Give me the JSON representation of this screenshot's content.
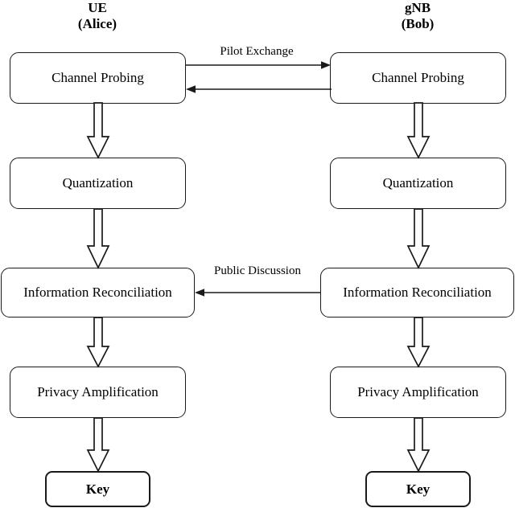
{
  "diagram": {
    "title_columns": [
      {
        "name": "ue-alice",
        "line1": "UE",
        "line2": "(Alice)"
      },
      {
        "name": "gnb-bob",
        "line1": "gNB",
        "line2": "(Bob)"
      }
    ],
    "left_column": {
      "channel_probing": "Channel Probing",
      "quantization": "Quantization",
      "information_reconciliation": "Information Reconciliation",
      "privacy_amplification": "Privacy Amplification",
      "key": "Key"
    },
    "right_column": {
      "channel_probing": "Channel Probing",
      "quantization": "Quantization",
      "information_reconciliation": "Information Reconciliation",
      "privacy_amplification": "Privacy Amplification",
      "key": "Key"
    },
    "edge_labels": {
      "pilot_exchange": "Pilot Exchange",
      "public_discussion": "Public Discussion"
    },
    "colors": {
      "stroke": "#1a1a1a",
      "fill": "#ffffff",
      "text": "#000000"
    }
  }
}
